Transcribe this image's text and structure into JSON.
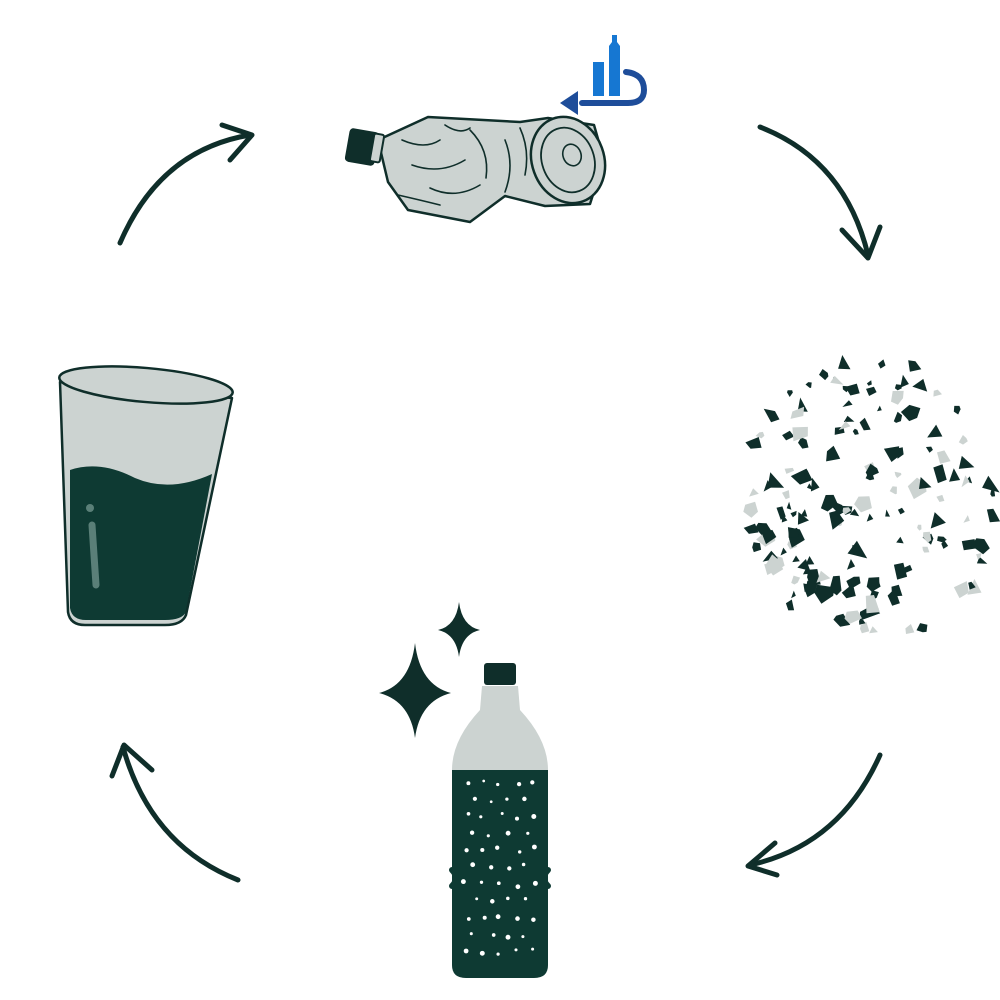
{
  "diagram": {
    "kind": "recycling-cycle",
    "steps": [
      {
        "id": "crushed-bottle",
        "icon": "crushed-bottle-icon"
      },
      {
        "id": "plastic-flakes",
        "icon": "plastic-flakes-icon"
      },
      {
        "id": "new-bottle",
        "icon": "new-bottle-icon"
      },
      {
        "id": "drinking-glass",
        "icon": "drinking-glass-icon"
      }
    ],
    "badge_icon": "recycle-bottle-badge-icon",
    "arrow_direction": "clockwise"
  },
  "colors": {
    "ink": "#0f2e2a",
    "liquid": "#0e3a33",
    "plastic": "#ccd3d1",
    "badge_blue": "#1677d2",
    "badge_navy": "#1e4d9a",
    "dots": "#ffffff"
  }
}
